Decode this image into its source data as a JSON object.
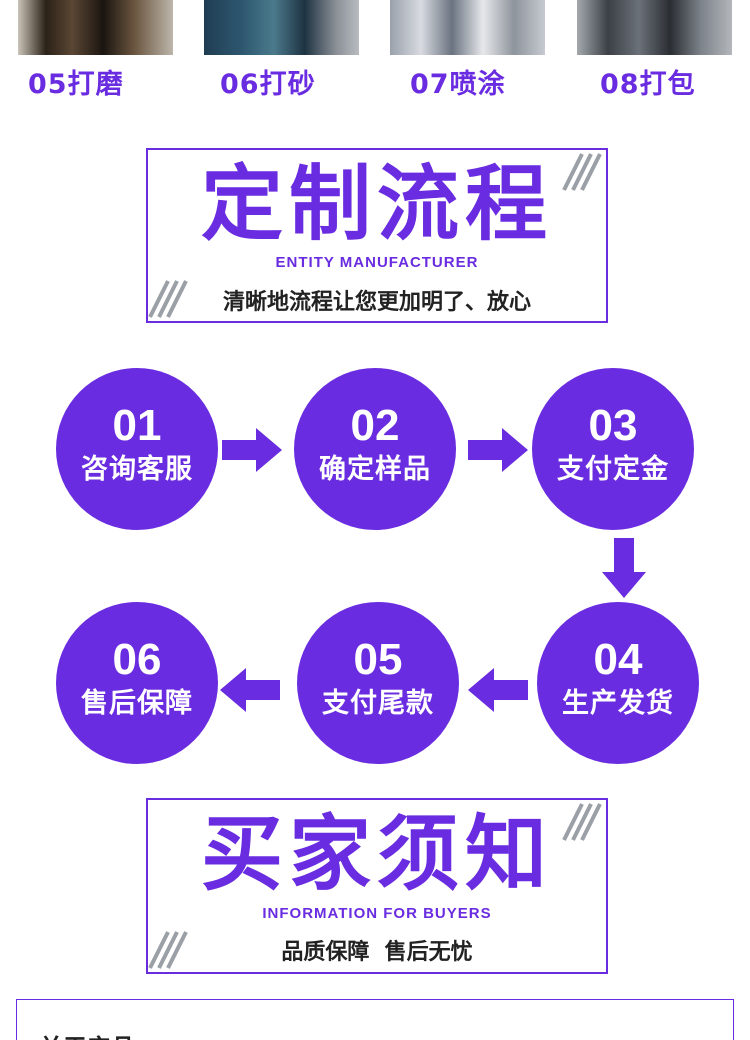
{
  "process_steps": [
    {
      "label": "05打磨"
    },
    {
      "label": "06打砂"
    },
    {
      "label": "07喷涂"
    },
    {
      "label": "08打包"
    }
  ],
  "custom_flow": {
    "title": "定制流程",
    "subtitle_en": "ENTITY MANUFACTURER",
    "subtitle_cn": "清晰地流程让您更加明了、放心"
  },
  "flow_steps": [
    {
      "num": "01",
      "text": "咨询客服"
    },
    {
      "num": "02",
      "text": "确定样品"
    },
    {
      "num": "03",
      "text": "支付定金"
    },
    {
      "num": "04",
      "text": "生产发货"
    },
    {
      "num": "05",
      "text": "支付尾款"
    },
    {
      "num": "06",
      "text": "售后保障"
    }
  ],
  "buyer_notice": {
    "title": "买家须知",
    "subtitle_en": "INFORMATION FOR BUYERS",
    "subtitle_cn": "品质保障  售后无忧"
  },
  "about": {
    "title": "关于产品"
  },
  "colors": {
    "brand": "#6a2ce0",
    "hatch": "#9aa0a6"
  }
}
